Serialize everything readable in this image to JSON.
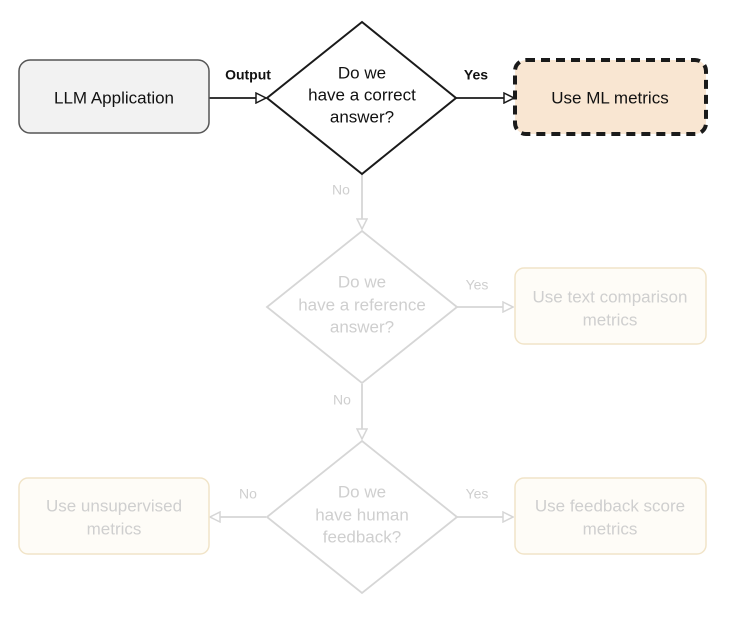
{
  "colors": {
    "active_stroke": "#1a1a1a",
    "faded_stroke": "#d6d6d6",
    "faded_text": "#cfcfcf",
    "app_fill": "#f2f2f2",
    "ml_fill": "#f9e6d2",
    "faded_box_fill": "#fefcf7",
    "faded_box_stroke": "#f1e4c8"
  },
  "nodes": {
    "llm_application": "LLM Application",
    "correct_answer_q": [
      "Do we",
      "have a correct",
      "answer?"
    ],
    "use_ml_metrics": "Use ML metrics",
    "reference_answer_q": [
      "Do we",
      "have a reference",
      "answer?"
    ],
    "use_text_comparison": [
      "Use text comparison",
      "metrics"
    ],
    "human_feedback_q": [
      "Do we",
      "have human",
      "feedback?"
    ],
    "use_feedback_score": [
      "Use feedback score",
      "metrics"
    ],
    "use_unsupervised": [
      "Use unsupervised",
      "metrics"
    ]
  },
  "edges": {
    "output": "Output",
    "yes_1": "Yes",
    "no_1": "No",
    "yes_2": "Yes",
    "no_2": "No",
    "yes_3": "Yes",
    "no_3": "No"
  }
}
